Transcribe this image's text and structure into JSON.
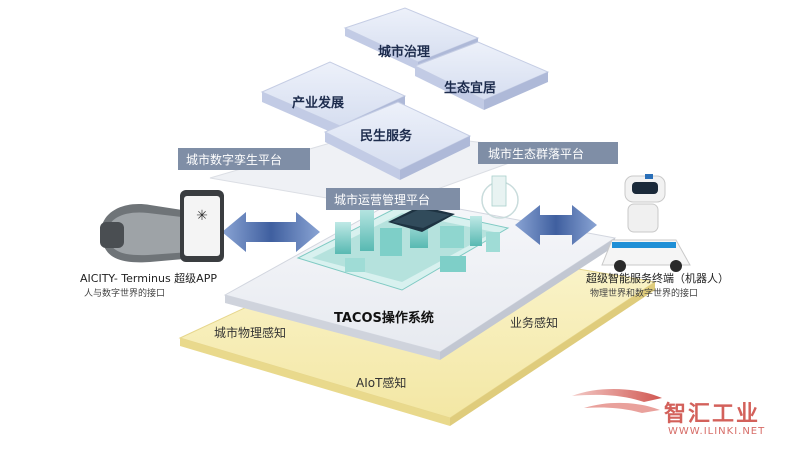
{
  "top_tiles": {
    "city_governance": "城市治理",
    "industry_development": "产业发展",
    "eco_living": "生态宜居",
    "livelihood_services": "民生服务"
  },
  "platforms": {
    "digital_twin": "城市数字孪生平台",
    "eco_cluster": "城市生态群落平台",
    "operations": "城市运营管理平台"
  },
  "os_label": "TACOS操作系统",
  "perception": {
    "physical": "城市物理感知",
    "business": "业务感知",
    "aiot": "AIoT感知"
  },
  "left_device": {
    "title": "AICITY- Terminus 超级APP",
    "subtitle": "人与数字世界的接口"
  },
  "right_device": {
    "title": "超级智能服务终端（机器人）",
    "subtitle": "物理世界和数字世界的接口"
  },
  "watermark": {
    "brand": "智汇工业",
    "url": "WWW.ILINKI.NET"
  },
  "colors": {
    "tile_top": "#e3e8f5",
    "tile_side": "#c4cde6",
    "label_box": "#7f8ea6",
    "perception_layer": "#f7eeb6",
    "arrow": "#4c6dab",
    "watermark": "#c93a33"
  }
}
